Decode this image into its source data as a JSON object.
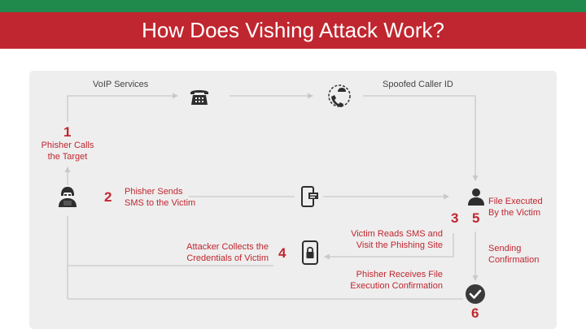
{
  "header": {
    "title": "How Does Vishing Attack Work?",
    "brand_green": "#1f8a4c",
    "brand_red": "#c0262f"
  },
  "diagram": {
    "labels": {
      "voip": "VoIP Services",
      "spoofed": "Spoofed Caller ID",
      "step1_line1": "Phisher Calls",
      "step1_line2": "the Target",
      "step2_line1": "Phisher Sends",
      "step2_line2": "SMS to the Victim",
      "step5_line1": "File Executed",
      "step5_line2": "By the Victim",
      "step3_line1": "Victim Reads SMS and",
      "step3_line2": "Visit the Phishing Site",
      "step4_line1": "Attacker Collects the",
      "step4_line2": "Credentials of Victim",
      "sending_line1": "Sending",
      "sending_line2": "Confirmation",
      "phisher_receives_line1": "Phisher Receives File",
      "phisher_receives_line2": "Execution Confirmation"
    },
    "numbers": {
      "n1": "1",
      "n2": "2",
      "n3": "3",
      "n4": "4",
      "n5": "5",
      "n6": "6"
    },
    "icons": [
      "hacker-icon",
      "telephone-icon",
      "spoofed-caller-icon",
      "sms-phone-icon",
      "victim-user-icon",
      "locked-phone-icon",
      "checkmark-icon"
    ]
  }
}
